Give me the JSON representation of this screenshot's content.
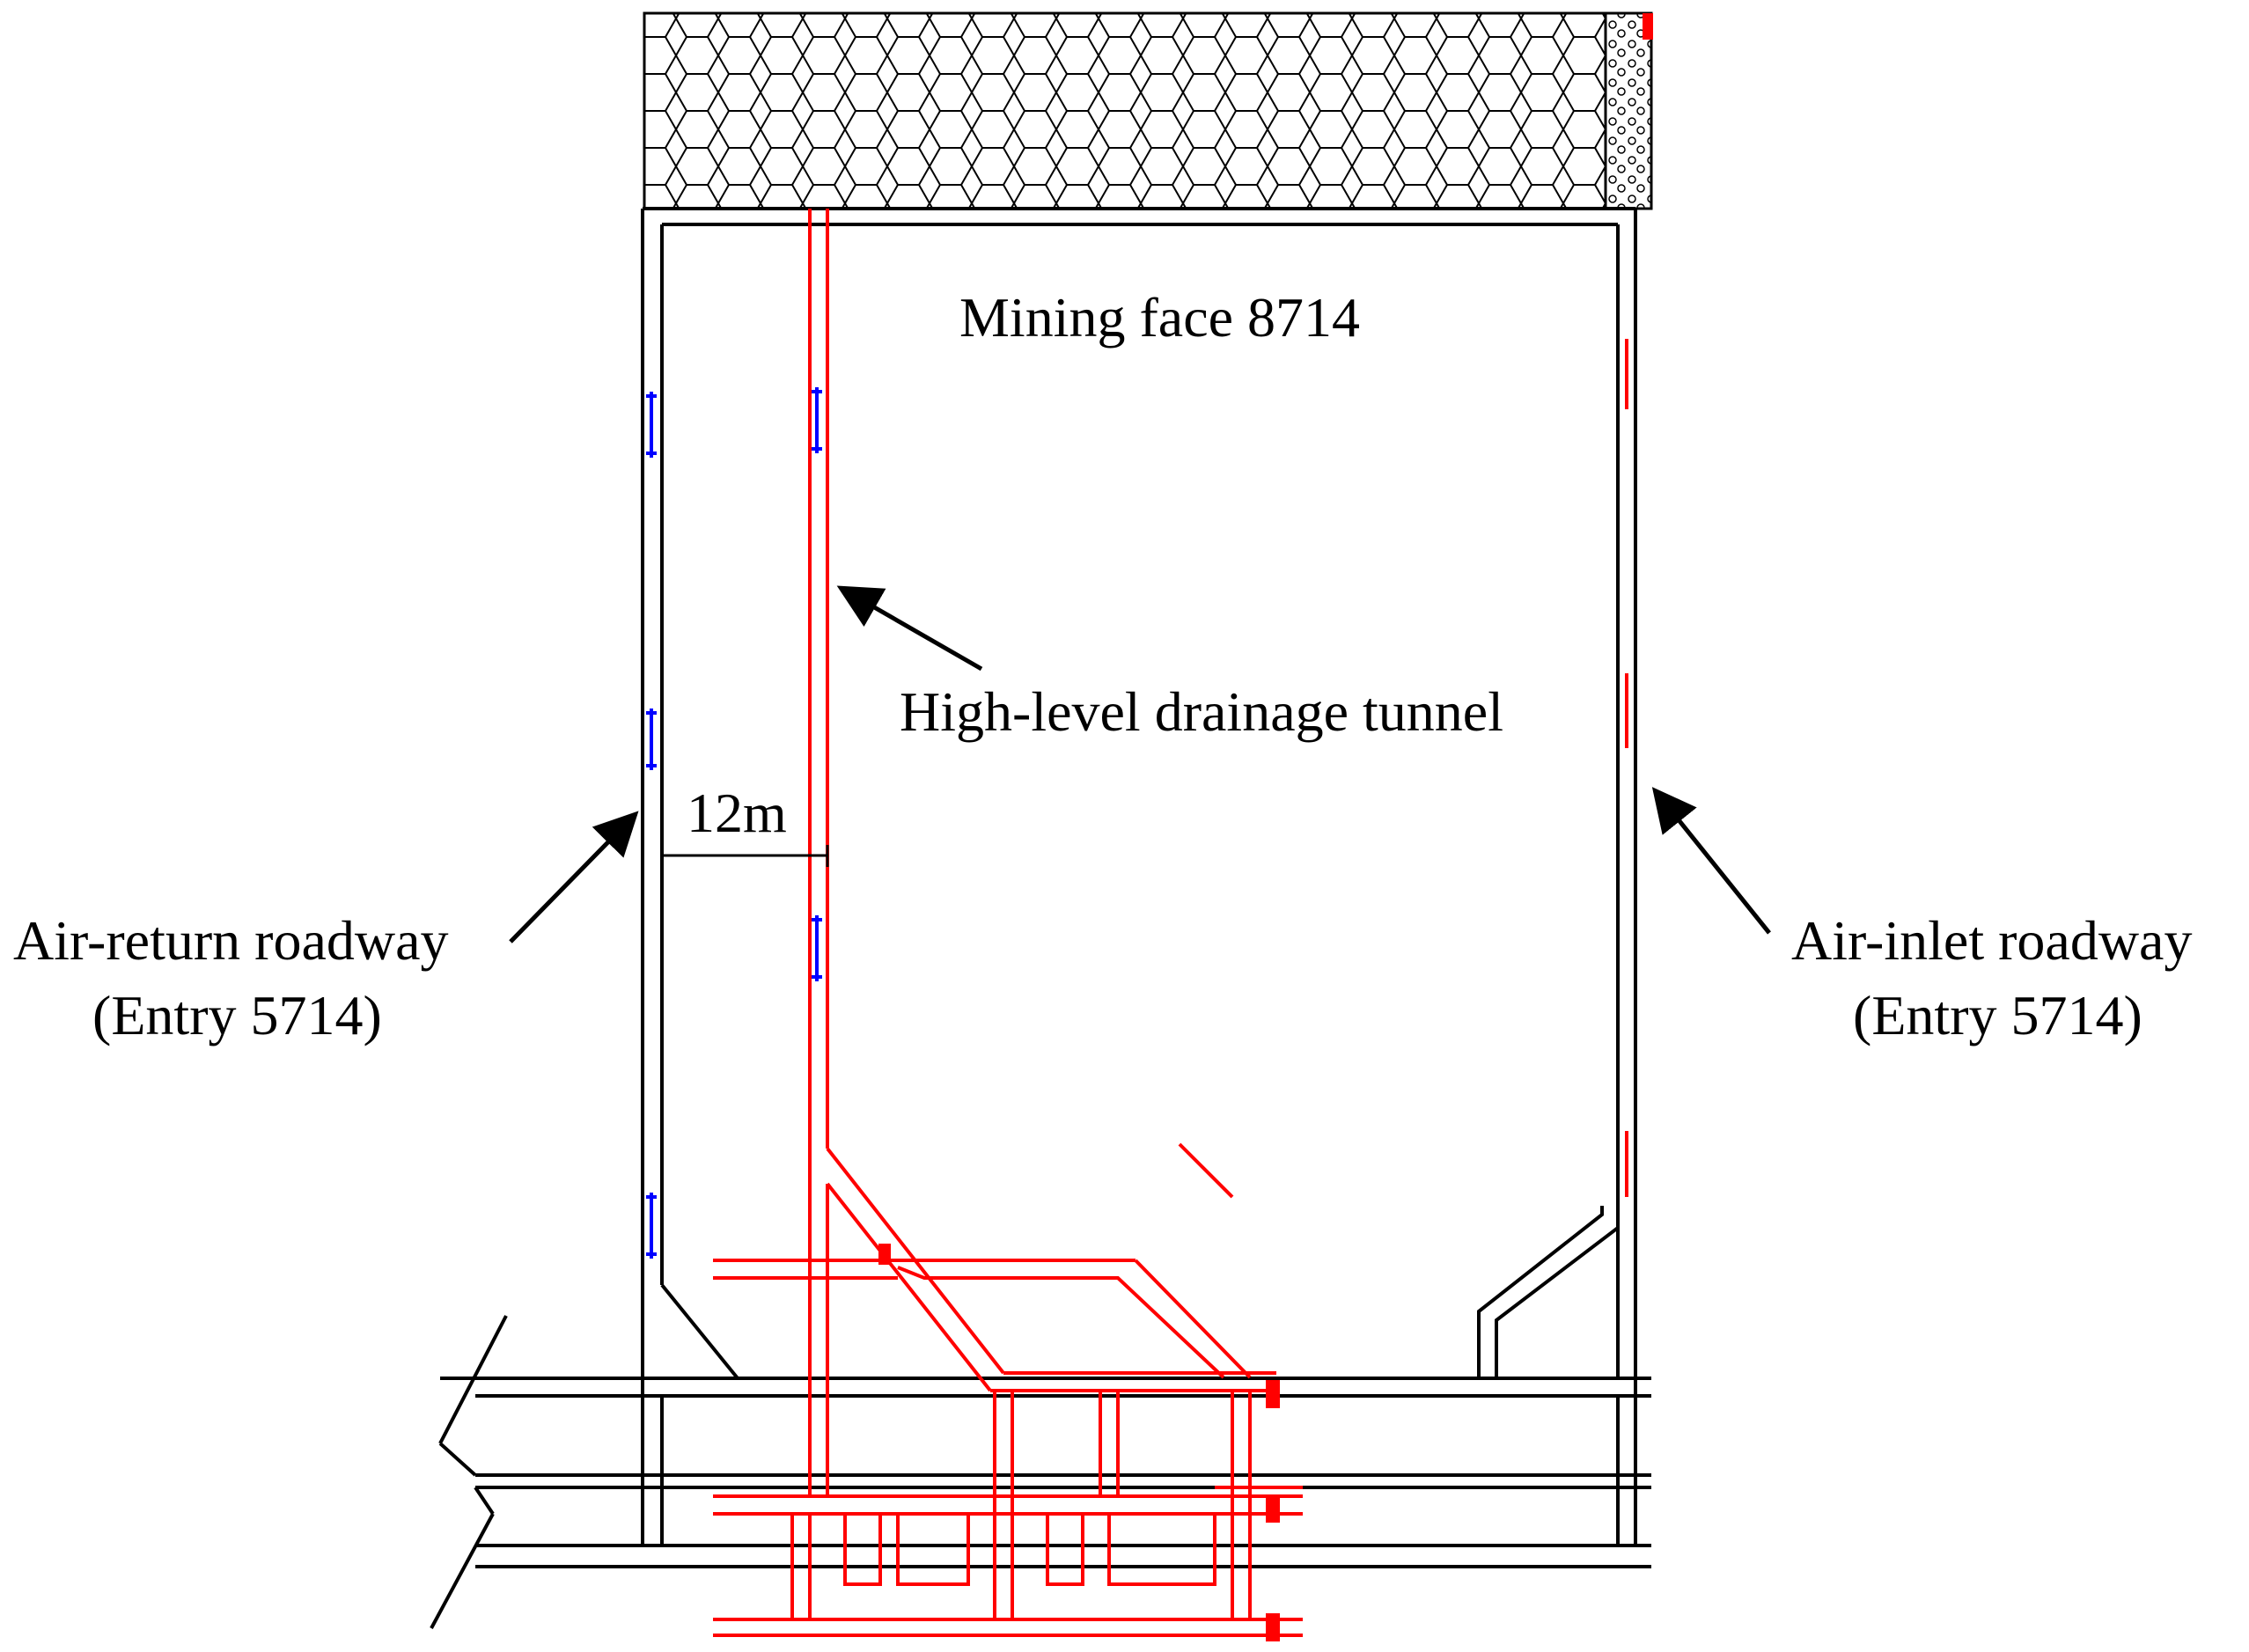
{
  "labels": {
    "mining_face": "Mining face 8714",
    "drainage_tunnel": "High-level drainage tunnel",
    "distance": "12m",
    "air_return_line1": "Air-return roadway",
    "air_return_line2": "(Entry 5714)",
    "air_inlet_line1": "Air-inlet roadway",
    "air_inlet_line2": "(Entry 5714)"
  },
  "colors": {
    "roadway": "#000000",
    "drainage": "#ff0000",
    "air_return_marker": "#0000ff",
    "goaf_fill": "#f2f2f2"
  }
}
